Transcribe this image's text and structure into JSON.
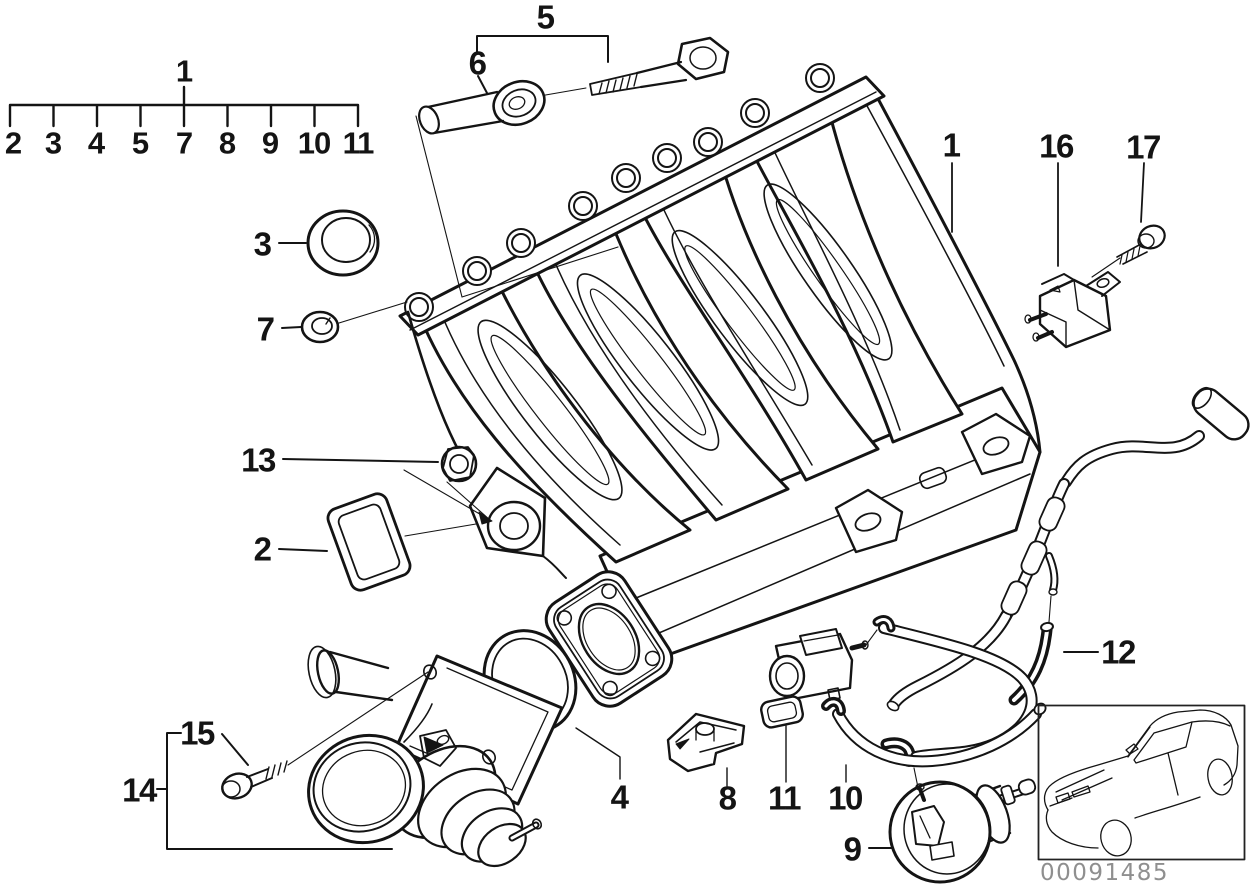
{
  "diagram_colors": {
    "background": "#ffffff",
    "line": "#141414",
    "code_text": "#8f8f8f"
  },
  "legend": {
    "group": "1",
    "items": [
      "2",
      "3",
      "4",
      "5",
      "7",
      "8",
      "9",
      "10",
      "11"
    ]
  },
  "callouts": {
    "manifold": "1",
    "profile_gasket": "2",
    "seal_ring": "3",
    "o_ring": "4",
    "bolt_group": "5",
    "sleeve": "6",
    "grommet": "7",
    "clip": "8",
    "actuator": "9",
    "hose": "10",
    "valve": "11",
    "vacuum_hose": "12",
    "nut": "13",
    "assembly": "14",
    "screw": "15",
    "sensor": "16",
    "sensor_bolt": "17"
  },
  "inset_code": "00091485"
}
